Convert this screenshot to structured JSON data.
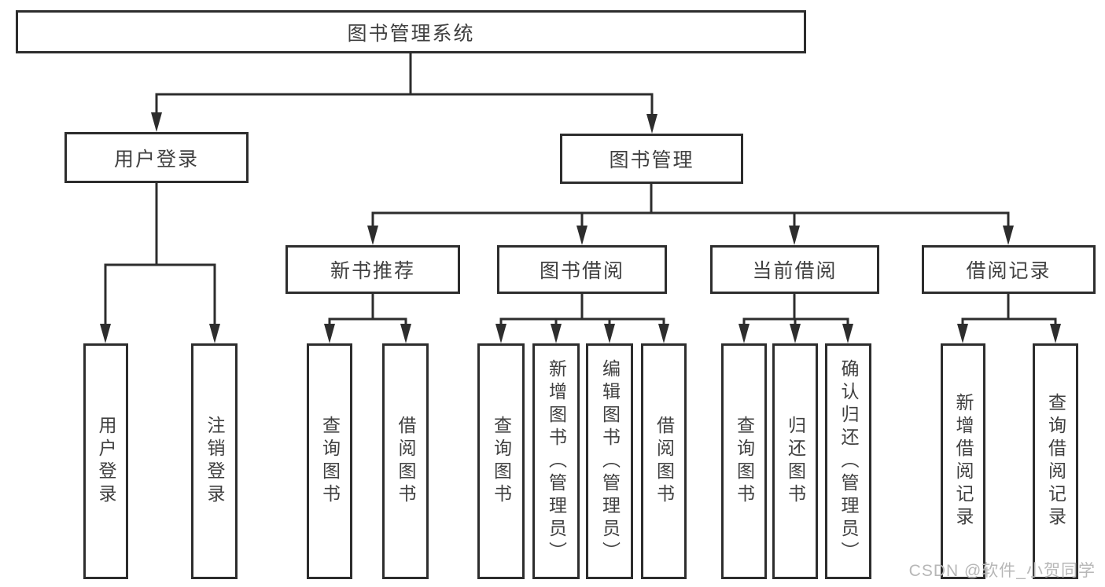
{
  "diagram": {
    "type": "hierarchy",
    "colors": {
      "line": "#2d2d2d",
      "text": "#404040",
      "background": "#ffffff",
      "watermark": "#b7b7b7"
    },
    "tree": {
      "root": {
        "label": "图书管理系统"
      },
      "branches": [
        {
          "label": "用户登录",
          "children": [
            {
              "label": "用户登录"
            },
            {
              "label": "注销登录"
            }
          ]
        },
        {
          "label": "图书管理",
          "children": [
            {
              "label": "新书推荐",
              "children": [
                {
                  "label": "查询图书"
                },
                {
                  "label": "借阅图书"
                }
              ]
            },
            {
              "label": "图书借阅",
              "children": [
                {
                  "label": "查询图书"
                },
                {
                  "label": "新增图书（管理员）"
                },
                {
                  "label": "编辑图书（管理员）"
                },
                {
                  "label": "借阅图书"
                }
              ]
            },
            {
              "label": "当前借阅",
              "children": [
                {
                  "label": "查询图书"
                },
                {
                  "label": "归还图书"
                },
                {
                  "label": "确认归还（管理员）"
                }
              ]
            },
            {
              "label": "借阅记录",
              "children": [
                {
                  "label": "新增借阅记录"
                },
                {
                  "label": "查询借阅记录"
                }
              ]
            }
          ]
        }
      ]
    },
    "watermark": "CSDN @软件_小贺同学"
  }
}
